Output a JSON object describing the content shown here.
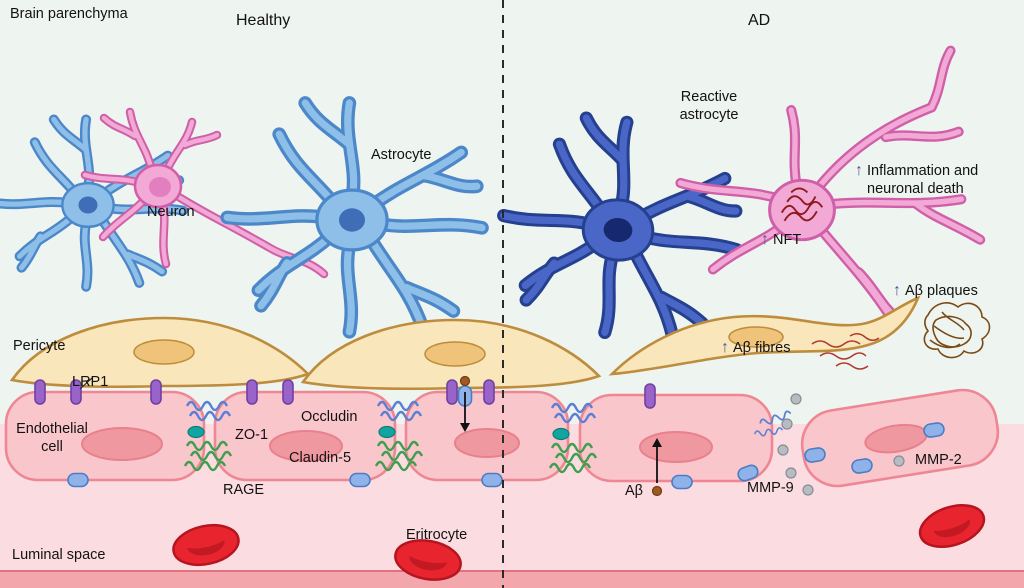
{
  "figure": {
    "regions": {
      "brain_parenchyma": "Brain parenchyma",
      "luminal_space": "Luminal space"
    },
    "conditions": {
      "healthy": "Healthy",
      "ad": "AD"
    }
  },
  "healthy": {
    "neuron": "Neuron",
    "astrocyte": "Astrocyte",
    "pericyte": "Pericyte",
    "lrp1": "LRP1",
    "endothelial_cell": "Endothelial cell",
    "zo1": "ZO-1",
    "occludin": "Occludin",
    "claudin5": "Claudin-5",
    "rage": "RAGE",
    "eritrocyte": "Eritrocyte"
  },
  "ad": {
    "reactive_astrocyte": "Reactive astrocyte",
    "up_arrow": "↑",
    "nft": "NFT",
    "inflammation": "Inflammation and neuronal death",
    "ab_plaques": "Aβ plaques",
    "ab_fibres": "Aβ fibres",
    "mmp2": "MMP-2",
    "mmp9": "MMP-9",
    "ab": "Aβ"
  },
  "colors": {
    "parenchyma_bg": "#eef4ef",
    "luminal_space": "#fbdce1",
    "healthy_astrocyte": "#8dbfe9",
    "reactive_astrocyte": "#4a67c8",
    "neuron": "#f3a9d5",
    "pericyte": "#f9e6ba",
    "endothelial": "#f9c6cb",
    "erythrocyte": "#e8252f",
    "lrp1_receptor": "#9a63c9",
    "transporter": "#8fb3e8",
    "zo1_protein": "#12a5a0",
    "occludin_protein": "#5b7fd4",
    "claudin_protein": "#3f9e4f",
    "mmp": "#b6bcc2",
    "amyloid": "#a05a20",
    "nft_tangle": "#8e1b1b"
  }
}
